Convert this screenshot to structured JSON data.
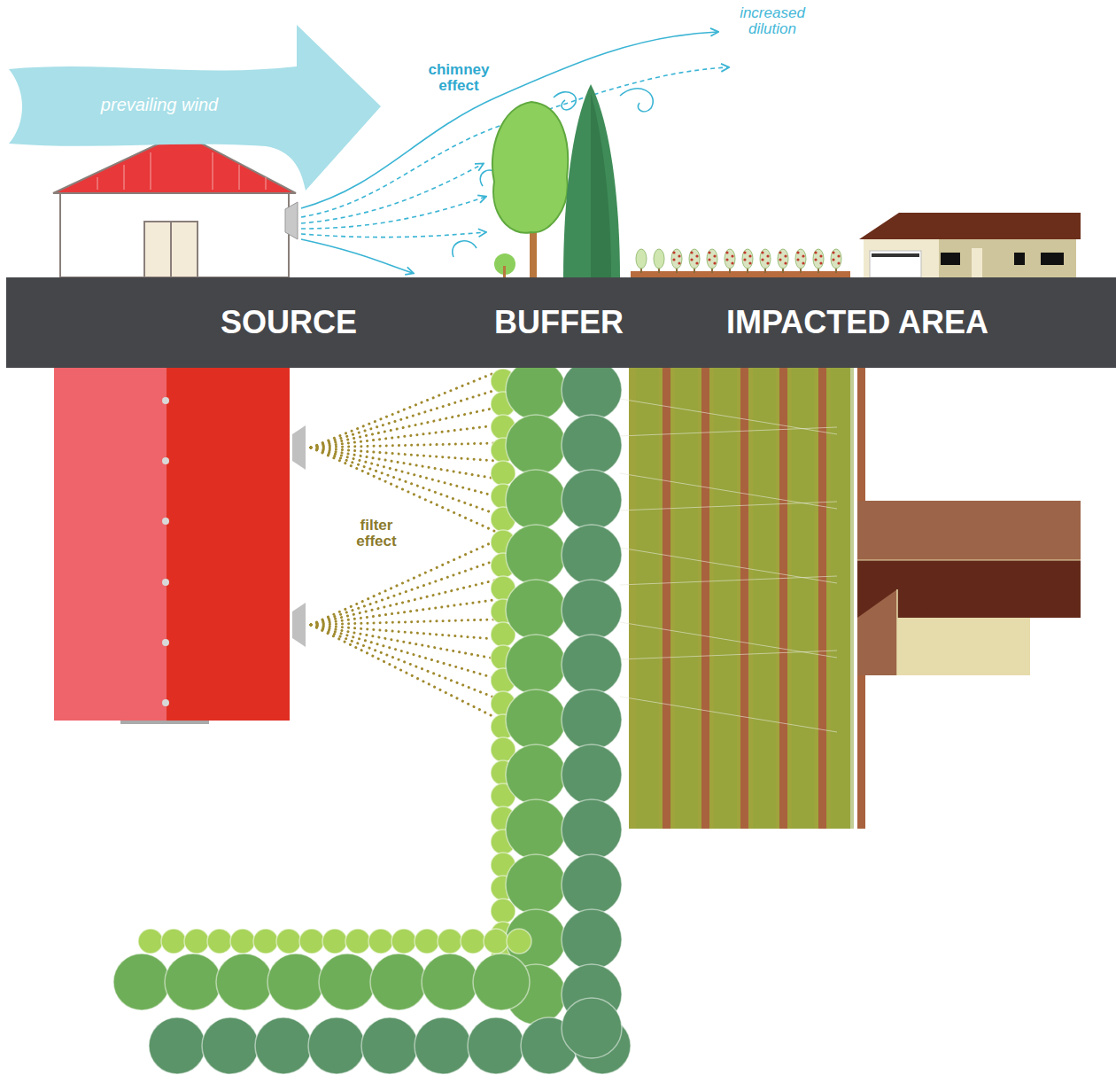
{
  "diagram": {
    "nodes": [
      {
        "text": [
          "prevailing wind"
        ]
      },
      {
        "text": [
          "SOURCE",
          "BUFFER",
          "IMPACTED AREA"
        ]
      }
    ],
    "labels": [
      "increased dilution",
      "chimney effect",
      "filter effect"
    ]
  }
}
